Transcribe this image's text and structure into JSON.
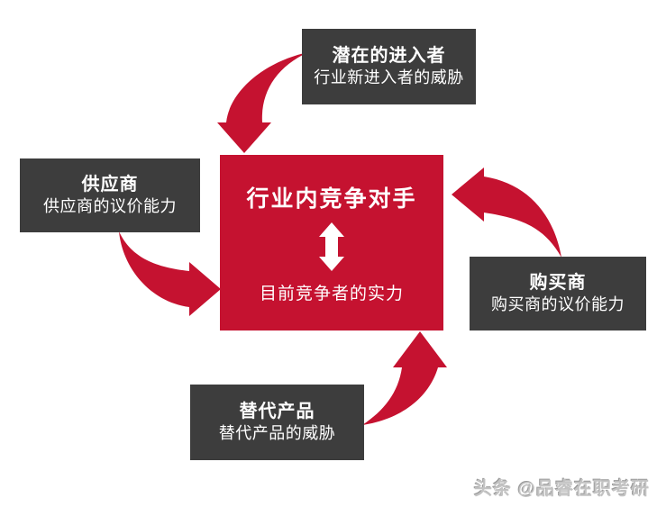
{
  "diagram": {
    "type": "porter-five-forces",
    "center": {
      "title": "行业内竞争对手",
      "subtitle": "目前竞争者的实力"
    },
    "nodes": {
      "top": {
        "title": "潜在的进入者",
        "subtitle": "行业新进入者的威胁"
      },
      "left": {
        "title": "供应商",
        "subtitle": "供应商的议价能力"
      },
      "right": {
        "title": "购买商",
        "subtitle": "购买商的议价能力"
      },
      "bottom": {
        "title": "替代产品",
        "subtitle": "替代产品的威胁"
      }
    },
    "icons": {
      "arrow_top": "curved-arrow-down",
      "arrow_left": "curved-arrow-right",
      "arrow_right": "curved-arrow-left",
      "arrow_bottom": "curved-arrow-up",
      "center_arrow": "double-vertical-arrow"
    },
    "colors": {
      "accent_red": "#c51230",
      "box_dark": "#3d3d3d",
      "text_white": "#ffffff",
      "watermark_gray": "#c3c3c3",
      "background": "#ffffff"
    },
    "watermark": "头条 @品睿在职考研"
  }
}
